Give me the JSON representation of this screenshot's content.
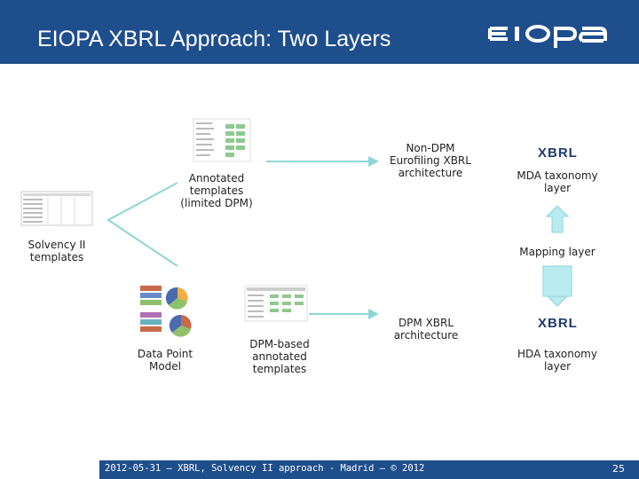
{
  "header": {
    "title": "EIOPA XBRL Approach: Two Layers",
    "logo_text": "eiopa"
  },
  "diagram": {
    "solvency_templates": "Solvency II\ntemplates",
    "annotated_templates": "Annotated\ntemplates\n(limited DPM)",
    "data_point_model": "Data Point\nModel",
    "dpm_annotated_templates": "DPM-based\nannotated\ntemplates",
    "non_dpm_arch": "Non-DPM\nEurofiling XBRL\narchitecture",
    "dpm_arch": "DPM XBRL\narchitecture",
    "mda_layer": "MDA taxonomy\nlayer",
    "mapping_layer": "Mapping layer",
    "hda_layer": "HDA taxonomy\nlayer",
    "xbrl_logo": "XBRL"
  },
  "colors": {
    "header": "#1f4e8c",
    "arrow": "#8fd6d6",
    "double_arrow": "#b8ecf0"
  },
  "footer": {
    "text": "2012-05-31 – XBRL, Solvency II approach - Madrid – © 2012",
    "page": "25"
  }
}
